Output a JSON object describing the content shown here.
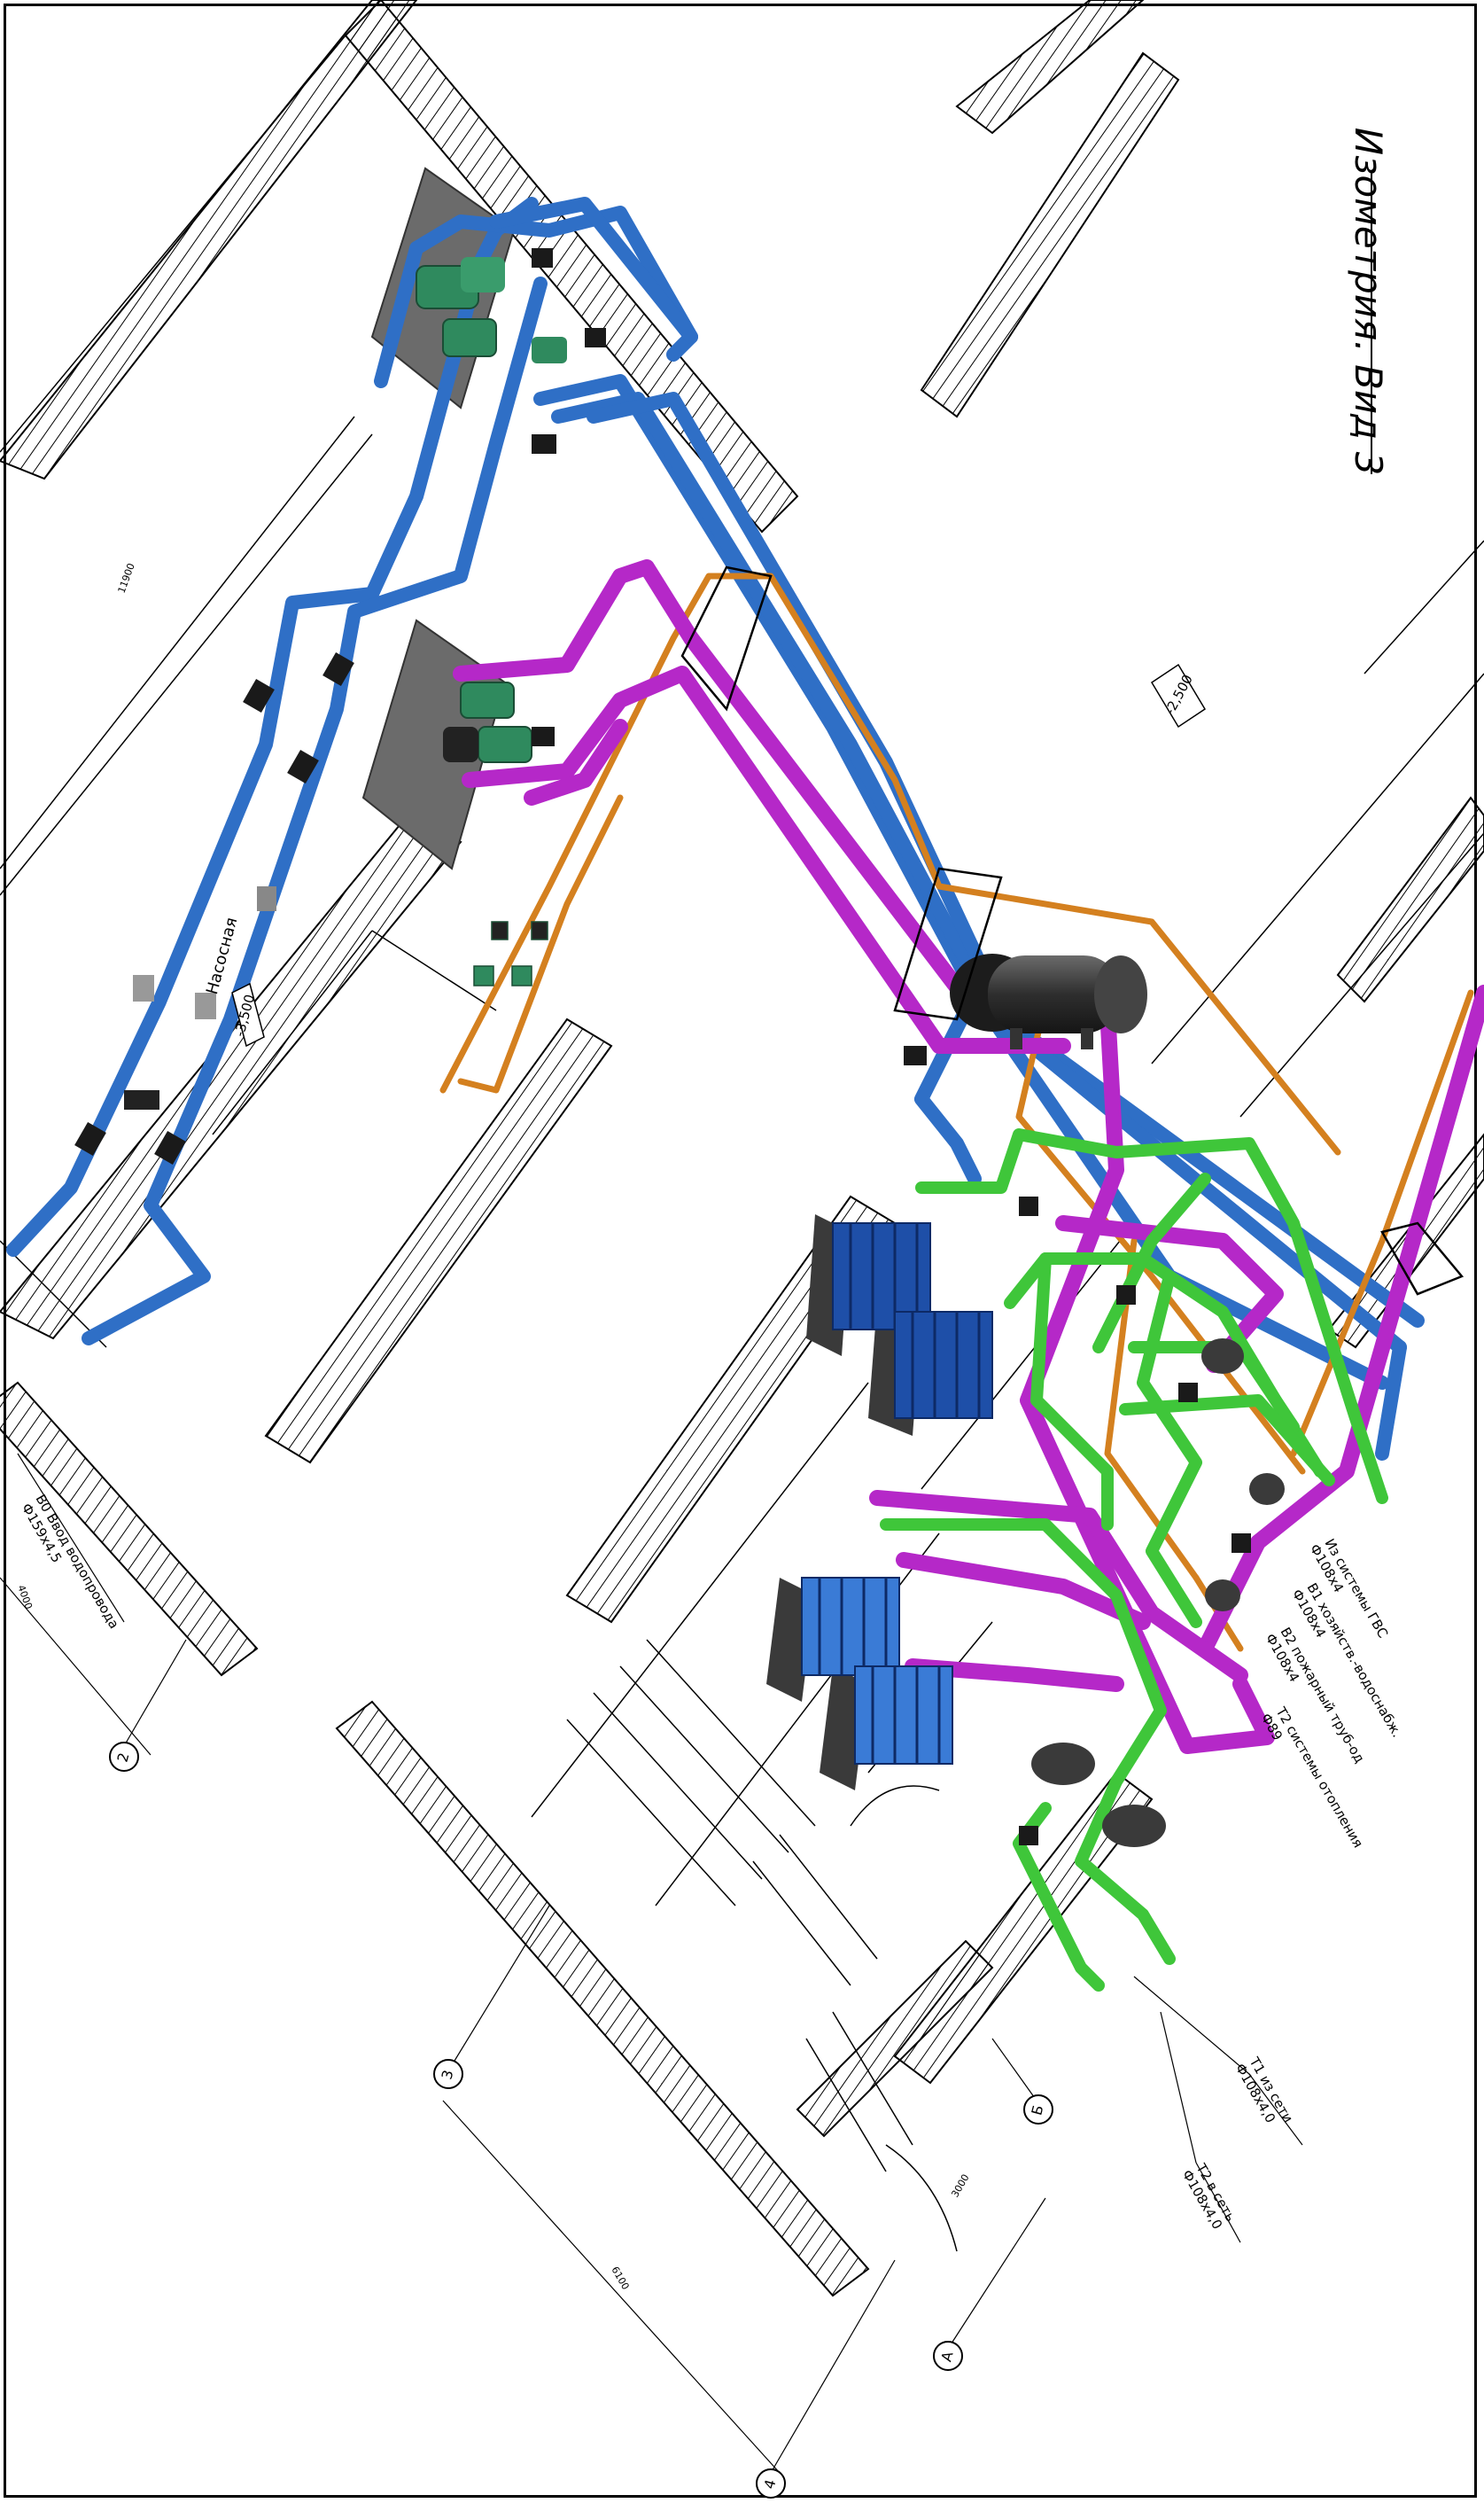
{
  "title": "Изометрия. Вид 3",
  "level_main": "-2,500",
  "room_name": "Насосная",
  "level_pump": "-3,500",
  "callouts": {
    "v0_1": "В0 Ввод водопровода",
    "v0_2": "Ф159х4,5",
    "t1_1": "Т1 из сети",
    "t1_2": "Ф108х4,0",
    "t2_1": "Т2 в сеть",
    "t2_2": "Ф108х4,0",
    "gvs_1": "Из системы ГВС",
    "gvs_2": "Ф108х4",
    "v1_1": "В1 хозяйств.-водоснабж.",
    "v1_2": "Ф108х4",
    "v2_1": "В2 пожарный труб-од",
    "v2_2": "Ф108х4",
    "heat_1": "Т2 системы отопления",
    "heat_2": "Ф89"
  },
  "axes": [
    "2",
    "3",
    "4",
    "А",
    "Б"
  ],
  "dims": [
    "6100",
    "3000",
    "11900",
    "4000"
  ],
  "colors": {
    "cold_water": "#2f6fc6",
    "heating": "#b528c8",
    "network": "#3fc63a",
    "hot_water": "#d4801f",
    "equipment": "#1e5fae",
    "pump": "#2f8a5e",
    "hatch": "#000000"
  }
}
